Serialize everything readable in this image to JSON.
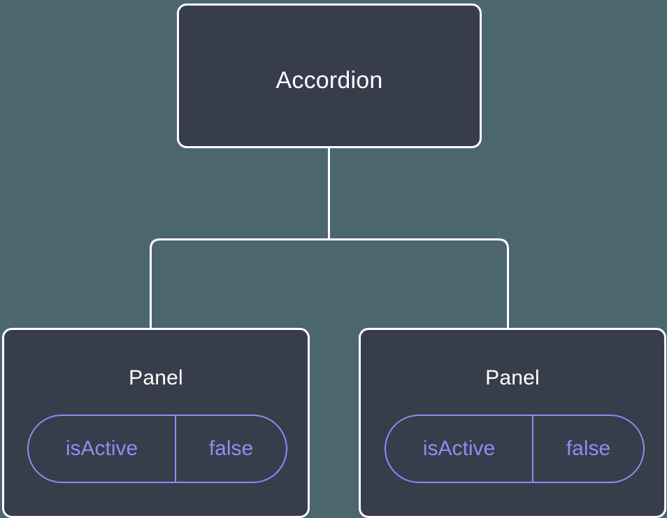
{
  "diagram": {
    "type": "component-tree",
    "background_color": "#4c6670",
    "node_fill_color": "#383d4c",
    "node_border_color": "#ffffff",
    "node_text_color": "#ffffff",
    "prop_accent_color": "#8b8ff0",
    "edge_color": "#ffffff",
    "root": {
      "label": "Accordion"
    },
    "children": [
      {
        "label": "Panel",
        "props": [
          {
            "key": "isActive",
            "value": "false"
          }
        ]
      },
      {
        "label": "Panel",
        "props": [
          {
            "key": "isActive",
            "value": "false"
          }
        ]
      }
    ]
  }
}
